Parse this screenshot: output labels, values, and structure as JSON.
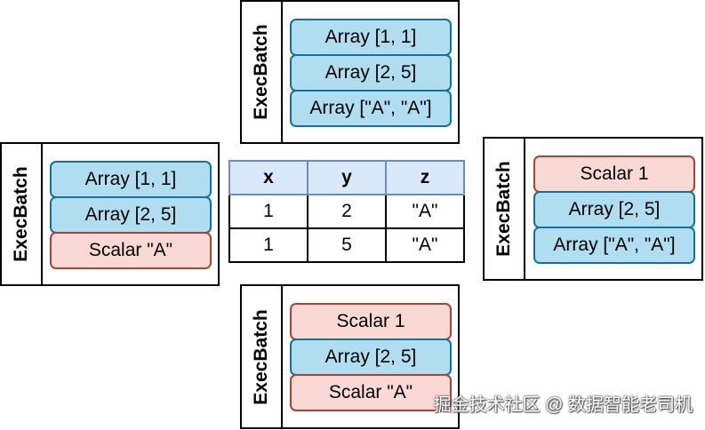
{
  "batches": {
    "top": {
      "label": "ExecBatch",
      "columns": [
        {
          "kind": "array",
          "text": "Array [1, 1]"
        },
        {
          "kind": "array",
          "text": "Array [2, 5]"
        },
        {
          "kind": "array",
          "text": "Array [\"A\", \"A\"]"
        }
      ]
    },
    "left": {
      "label": "ExecBatch",
      "columns": [
        {
          "kind": "array",
          "text": "Array [1, 1]"
        },
        {
          "kind": "array",
          "text": "Array [2, 5]"
        },
        {
          "kind": "scalar",
          "text": "Scalar \"A\""
        }
      ]
    },
    "right": {
      "label": "ExecBatch",
      "columns": [
        {
          "kind": "scalar",
          "text": "Scalar 1"
        },
        {
          "kind": "array",
          "text": "Array [2, 5]"
        },
        {
          "kind": "array",
          "text": "Array [\"A\", \"A\"]"
        }
      ]
    },
    "bottom": {
      "label": "ExecBatch",
      "columns": [
        {
          "kind": "scalar",
          "text": "Scalar 1"
        },
        {
          "kind": "array",
          "text": "Array [2, 5]"
        },
        {
          "kind": "scalar",
          "text": "Scalar \"A\""
        }
      ]
    }
  },
  "table": {
    "headers": [
      "x",
      "y",
      "z"
    ],
    "rows": [
      [
        "1",
        "2",
        "\"A\""
      ],
      [
        "1",
        "5",
        "\"A\""
      ]
    ]
  },
  "colors": {
    "array_fill": "#b1ddf0",
    "array_stroke": "#10739e",
    "scalar_fill": "#fad9d5",
    "scalar_stroke": "#ae4132",
    "header_fill": "#dae8fc"
  },
  "watermark": "掘金技术社区 @ 数据智能老司机"
}
